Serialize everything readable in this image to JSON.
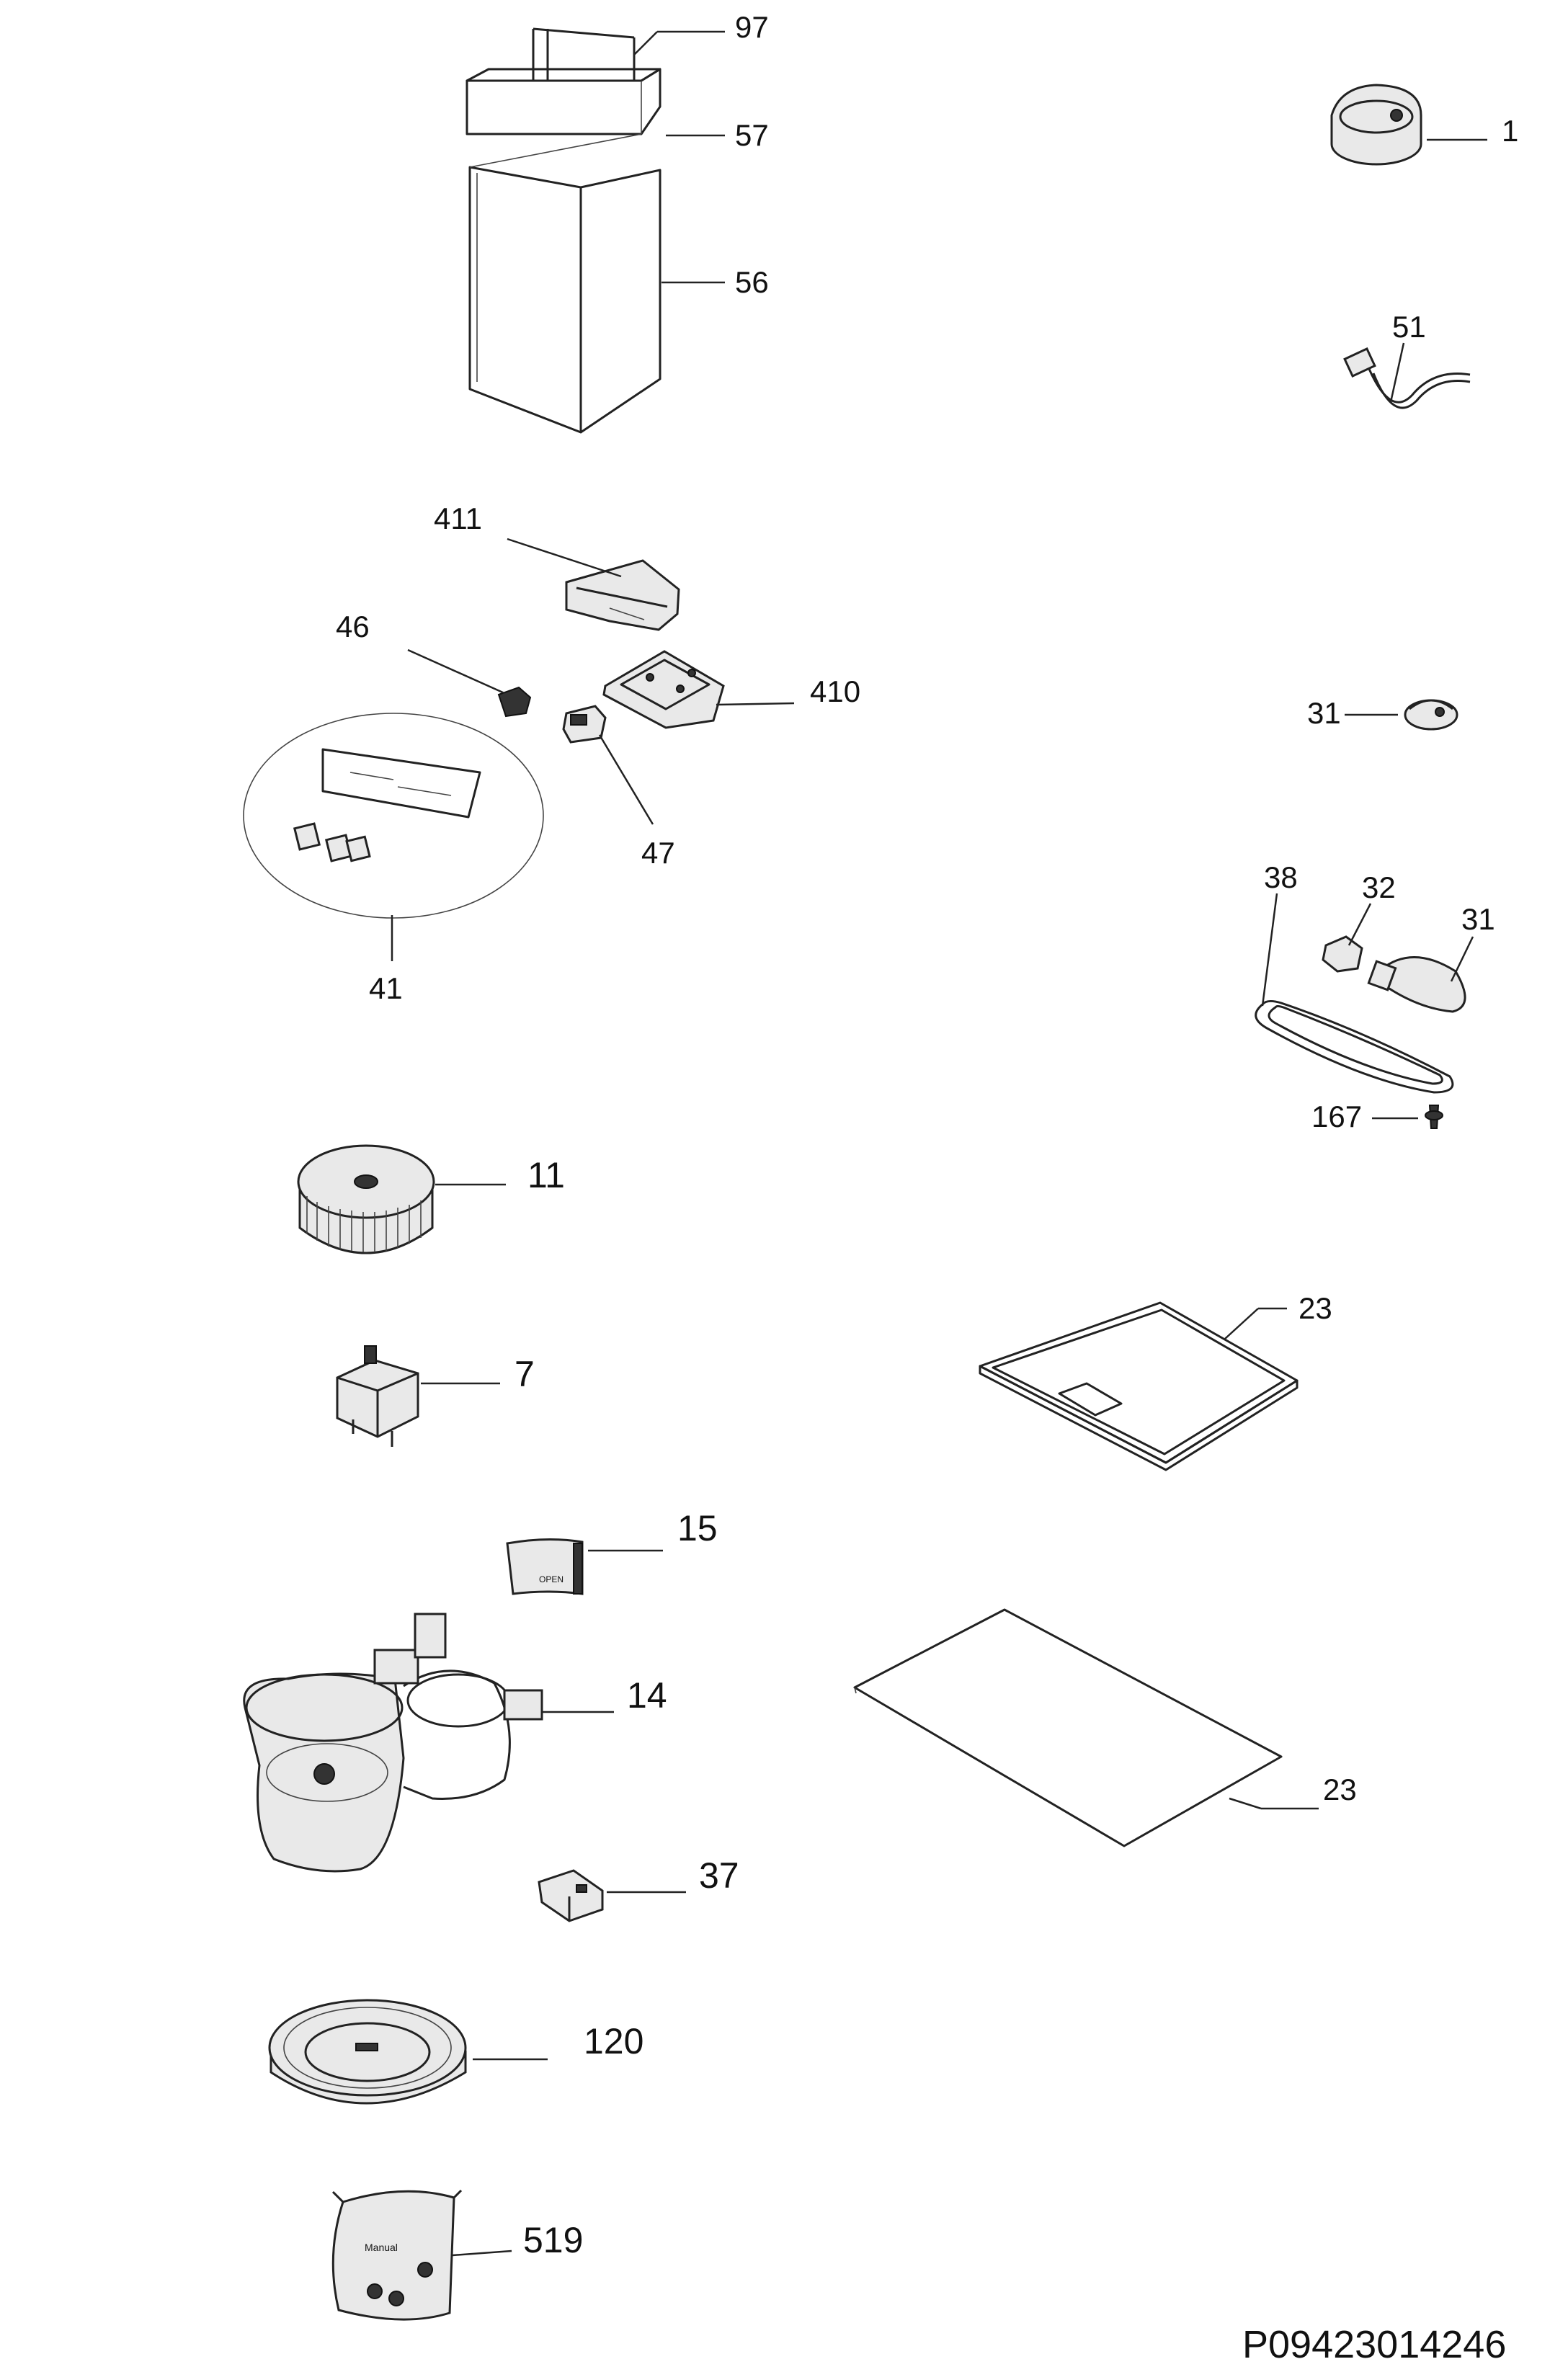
{
  "parts": [
    {
      "id": "p97",
      "label": "97"
    },
    {
      "id": "p57",
      "label": "57"
    },
    {
      "id": "p56",
      "label": "56"
    },
    {
      "id": "p1",
      "label": "1"
    },
    {
      "id": "p51",
      "label": "51"
    },
    {
      "id": "p411",
      "label": "411"
    },
    {
      "id": "p46",
      "label": "46"
    },
    {
      "id": "p410",
      "label": "410"
    },
    {
      "id": "p47",
      "label": "47"
    },
    {
      "id": "p41",
      "label": "41"
    },
    {
      "id": "p31a",
      "label": "31"
    },
    {
      "id": "p38",
      "label": "38"
    },
    {
      "id": "p32",
      "label": "32"
    },
    {
      "id": "p31b",
      "label": "31"
    },
    {
      "id": "p167",
      "label": "167"
    },
    {
      "id": "p11",
      "label": "11"
    },
    {
      "id": "p7",
      "label": "7"
    },
    {
      "id": "p23a",
      "label": "23"
    },
    {
      "id": "p15",
      "label": "15"
    },
    {
      "id": "p14",
      "label": "14"
    },
    {
      "id": "p23b",
      "label": "23"
    },
    {
      "id": "p37",
      "label": "37"
    },
    {
      "id": "p120",
      "label": "120"
    },
    {
      "id": "p519",
      "label": "519"
    }
  ],
  "stamps": {
    "manual": "Manual",
    "clip15": "OPEN"
  },
  "drawing_code": "P09423014246"
}
